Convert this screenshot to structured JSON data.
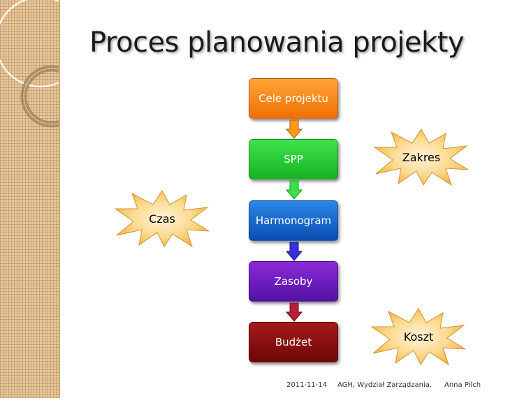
{
  "slide": {
    "title": "Proces planowania projekty"
  },
  "flow": {
    "steps": [
      {
        "label": "Cele projektu",
        "color": "#f07000"
      },
      {
        "label": "SPP",
        "color": "#17b322"
      },
      {
        "label": "Harmonogram",
        "color": "#0b4fb0"
      },
      {
        "label": "Zasoby",
        "color": "#5412a3"
      },
      {
        "label": "Budżet",
        "color": "#6e0606"
      }
    ]
  },
  "constraints": {
    "scope": "Zakres",
    "time": "Czas",
    "cost": "Koszt"
  },
  "footer": {
    "date": "2011-11-14",
    "org": "AGH, Wydział Zarządzania,",
    "author": "Anna Pilch"
  }
}
